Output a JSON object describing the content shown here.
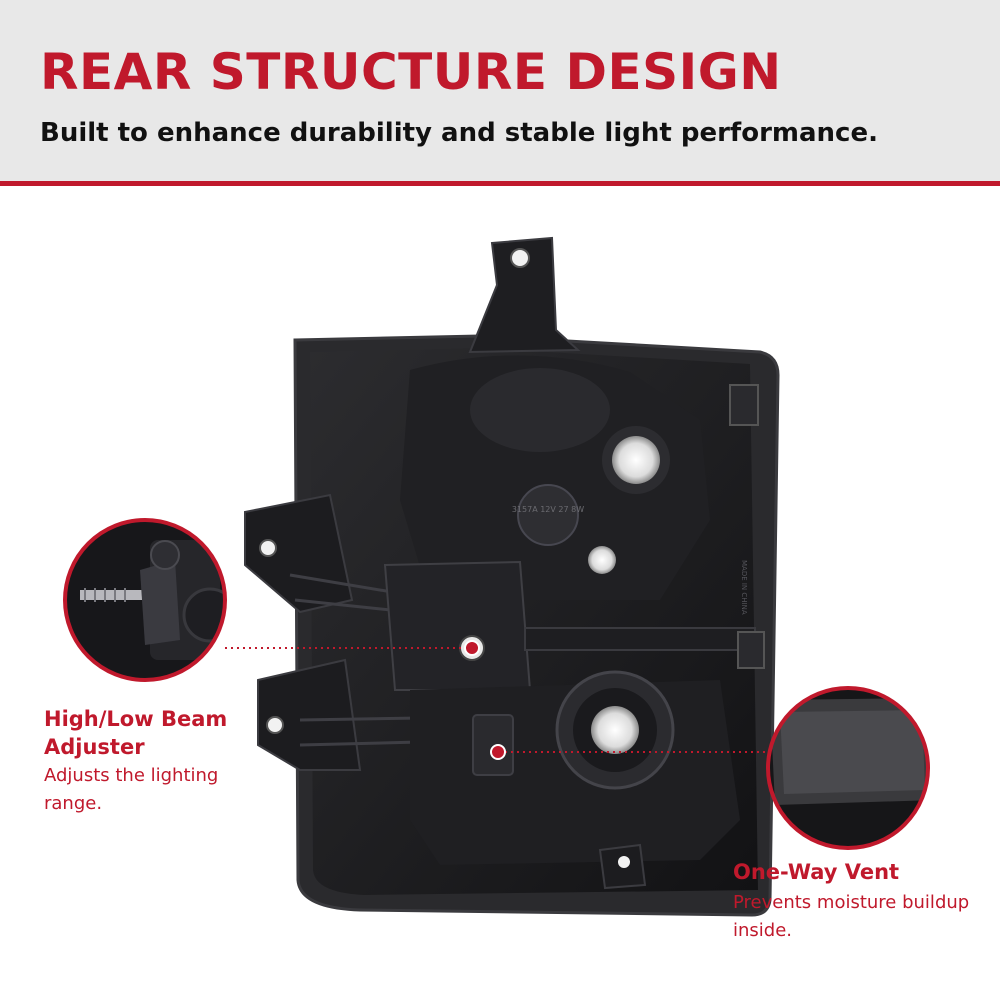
{
  "header": {
    "title": "REAR STRUCTURE DESIGN",
    "subtitle": "Built to enhance durability and stable light performance."
  },
  "callouts": {
    "beam_adjuster": {
      "title": "High/Low Beam Adjuster",
      "description": "Adjusts the lighting range."
    },
    "vent": {
      "title": "One-Way Vent",
      "description": "Prevents moisture buildup inside."
    }
  },
  "product": {
    "bulb_cap_text": "3157A 12V 27 8W",
    "housing_label": "MADE IN CHINA"
  },
  "colors": {
    "accent": "#c0192c",
    "header_bg": "#e8e8e8",
    "text_dark": "#111111",
    "housing": "#1b1b1d"
  }
}
